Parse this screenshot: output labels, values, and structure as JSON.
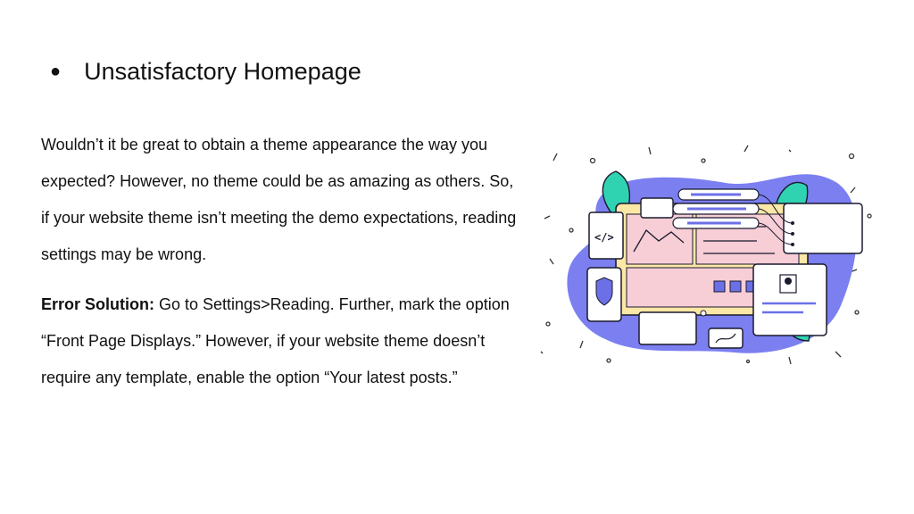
{
  "slide": {
    "bullet": "●",
    "title": "Unsatisfactory Homepage",
    "paragraph1": "Wouldn’t it be great to obtain a theme appearance the way you expected? However, no theme could be as amazing as others. So, if your website theme isn’t meeting the demo expectations, reading settings may be wrong.",
    "solution_label": "Error Solution:",
    "solution_text": " Go to Settings>Reading. Further, mark the option “Front Page Displays.” However, if your website theme doesn’t require any template, enable the option “Your latest posts.”",
    "code_tag": "</>"
  },
  "colors": {
    "blob_purple": "#7b7ff0",
    "leaf_teal": "#2fd3b2",
    "panel_pink": "#f7cdd6",
    "frame_yellow": "#fbe7a6",
    "accent_blue": "#6c70e6",
    "outline": "#1a1a2e"
  }
}
